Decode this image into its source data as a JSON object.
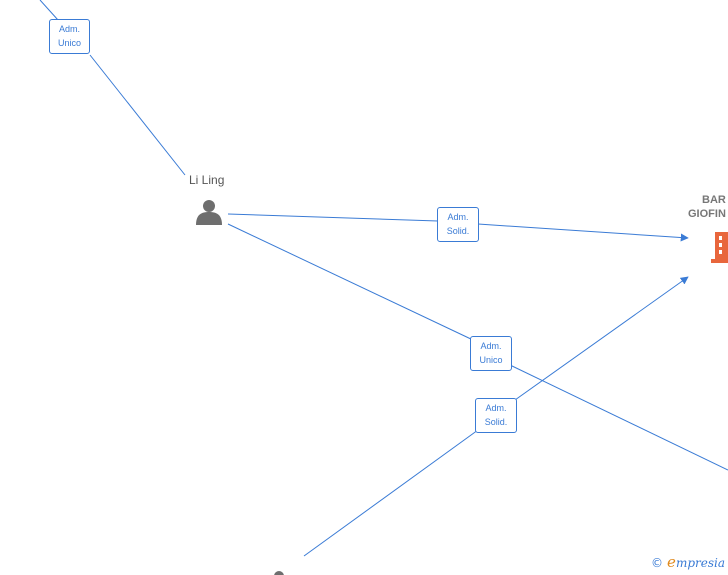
{
  "nodes": {
    "person_li_ling": {
      "label": "Li Ling",
      "icon": "person-icon"
    },
    "company_bar": {
      "name_line1": "BAR",
      "name_line2": "GIOFIN",
      "icon": "building-icon",
      "color": "#e8663c"
    },
    "person_bottom": {
      "icon": "person-icon"
    }
  },
  "edges": [
    {
      "id": "top",
      "relation": [
        "Adm.",
        "Unico"
      ]
    },
    {
      "id": "li_to_company",
      "relation": [
        "Adm.",
        "Solid."
      ]
    },
    {
      "id": "li_to_right",
      "relation": [
        "Adm.",
        "Unico"
      ]
    },
    {
      "id": "bottom_to_company",
      "relation": [
        "Adm.",
        "Solid."
      ]
    }
  ],
  "colors": {
    "edge": "#3a7bd5",
    "person": "#6e6e6e",
    "company": "#e8663c",
    "brand_e": "#e08a1e"
  },
  "watermark": {
    "copyright": "©",
    "brand_initial": "e",
    "brand_rest": "mpresia"
  }
}
